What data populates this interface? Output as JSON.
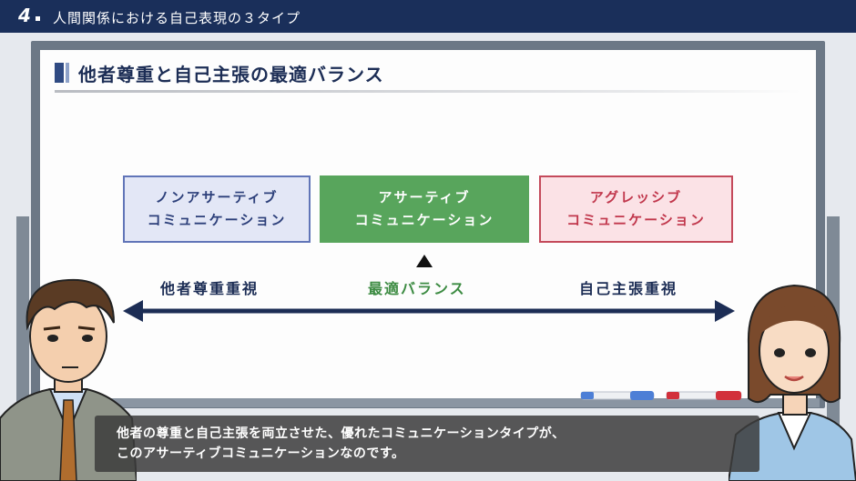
{
  "header": {
    "number": "4",
    "title": "人間関係における自己表現の３タイプ"
  },
  "board": {
    "title": "他者尊重と自己主張の最適バランス"
  },
  "boxes": {
    "left": {
      "line1": "ノンアサーティブ",
      "line2": "コミュニケーション"
    },
    "mid": {
      "line1": "アサーティブ",
      "line2": "コミュニケーション"
    },
    "right": {
      "line1": "アグレッシブ",
      "line2": "コミュニケーション"
    }
  },
  "labels": {
    "left": "他者尊重重視",
    "mid": "最適バランス",
    "right": "自己主張重視"
  },
  "colors": {
    "header": "#1a2f5a",
    "assertive": "#58a55c",
    "nonassertive": "#6175b8",
    "aggressive": "#c44a5b"
  },
  "caption": {
    "line1": "他者の尊重と自己主張を両立させた、優れたコミュニケーションタイプが、",
    "line2": "このアサーティブコミュニケーションなのです。"
  }
}
